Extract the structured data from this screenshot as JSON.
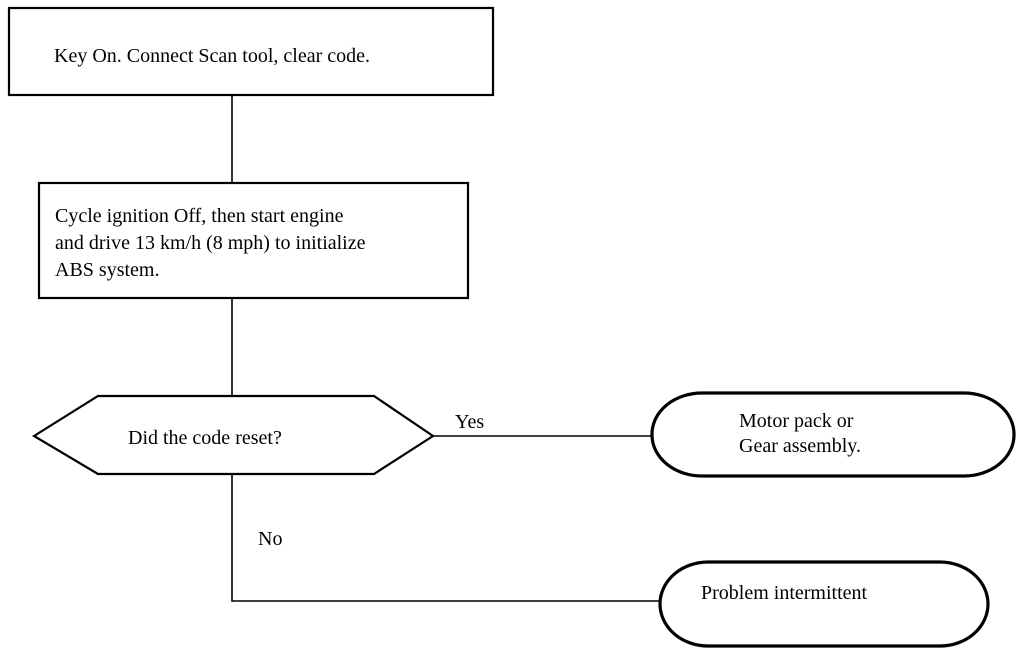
{
  "flowchart": {
    "step1": {
      "lines": [
        "Key On. Connect Scan tool, clear code."
      ]
    },
    "step2": {
      "lines": [
        "Cycle ignition Off, then start engine",
        "and drive 13 km/h (8 mph) to initialize",
        "ABS system."
      ]
    },
    "decision": {
      "lines": [
        "Did the code reset?"
      ]
    },
    "yes_label": "Yes",
    "no_label": "No",
    "yes_result": {
      "lines": [
        "Motor pack or",
        "Gear assembly."
      ]
    },
    "no_result": {
      "lines": [
        "Problem intermittent"
      ]
    }
  }
}
